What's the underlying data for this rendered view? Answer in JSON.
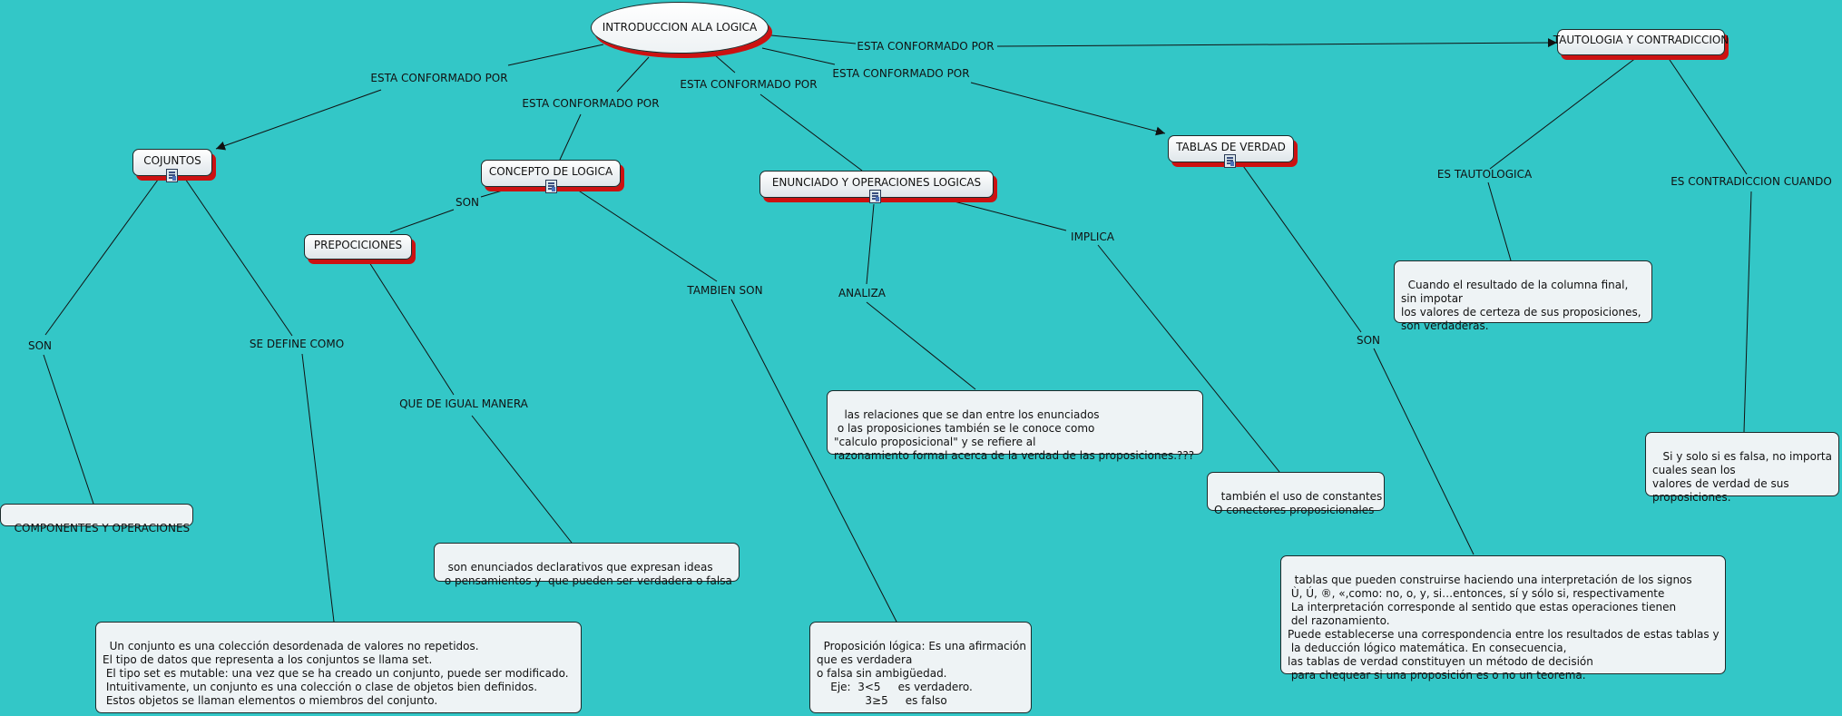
{
  "nodes": {
    "root": "INTRODUCCION ALA LOGICA",
    "cojuntos": "COJUNTOS",
    "concepto": "CONCEPTO DE LOGICA",
    "enunciado": "ENUNCIADO Y OPERACIONES LOGICAS",
    "tablas": "TABLAS DE VERDAD",
    "tautologia": "TAUTOLOGIA Y CONTRADICCION",
    "prepociciones": "PREPOCICIONES"
  },
  "leaves": {
    "componentes": "COMPONENTES Y OPERACIONES",
    "conjunto_def": "Un conjunto es una colección desordenada de valores no repetidos.\nEl tipo de datos que representa a los conjuntos se llama set.\n El tipo set es mutable: una vez que se ha creado un conjunto, puede ser modificado.\n Intuitivamente, un conjunto es una colección o clase de objetos bien definidos.\n Estos objetos se llaman elementos o miembros del conjunto.",
    "enunciados_decl": "son enunciados declarativos que expresan ideas\n o pensamientos y  que pueden ser verdadera o falsa",
    "proposicion": "Proposición lógica: Es una afirmación\nque es verdadera\no falsa sin ambigüedad.\n    Eje:  3<5     es verdadero.\n              3≥5     es falso",
    "relaciones": " las relaciones que se dan entre los enunciados\n o las proposiciones también se le conoce como\n\"calculo proposicional\" y se refiere al\nrazonamiento formal acerca de la verdad de las proposiciones.???",
    "constantes": "también el uso de constantes\nO conectores proposicionales",
    "tablas_def": "tablas que pueden construirse haciendo una interpretación de los signos\n Ù, Ú, ®, «,como: no, o, y, si…entonces, sí y sólo si, respectivamente\n La interpretación corresponde al sentido que estas operaciones tienen\n del razonamiento.\nPuede establecerse una correspondencia entre los resultados de estas tablas y\n la deducción lógico matemática. En consecuencia,\nlas tablas de verdad constituyen un método de decisión\n para chequear si una proposición es o no un teorema.",
    "tautologia_def": "Cuando el resultado de la columna final,\nsin impotar\nlos valores de certeza de sus proposiciones,\nson verdaderas.",
    "contradiccion_def": " Si y solo si es falsa, no importa\ncuales sean los\nvalores de verdad de sus\nproposiciones."
  },
  "labels": {
    "conformado_1": "ESTA CONFORMADO POR",
    "conformado_2": "ESTA CONFORMADO POR",
    "conformado_3": "ESTA CONFORMADO POR",
    "conformado_4": "ESTA CONFORMADO POR",
    "conformado_5": "ESTA CONFORMADO POR",
    "son_1": "SON",
    "define": "SE DEFINE COMO",
    "son_2": "SON",
    "igual": "QUE DE IGUAL MANERA",
    "tambien": "TAMBIEN SON",
    "analiza": "ANALIZA",
    "implica": "IMPLICA",
    "son_3": "SON",
    "es_tautologica": "ES TAUTOLOGICA",
    "es_contradiccion": "ES CONTRADICCION CUANDO"
  },
  "colors": {
    "background": "#33c7c7",
    "shadow": "#cc1111",
    "line": "#111111"
  }
}
